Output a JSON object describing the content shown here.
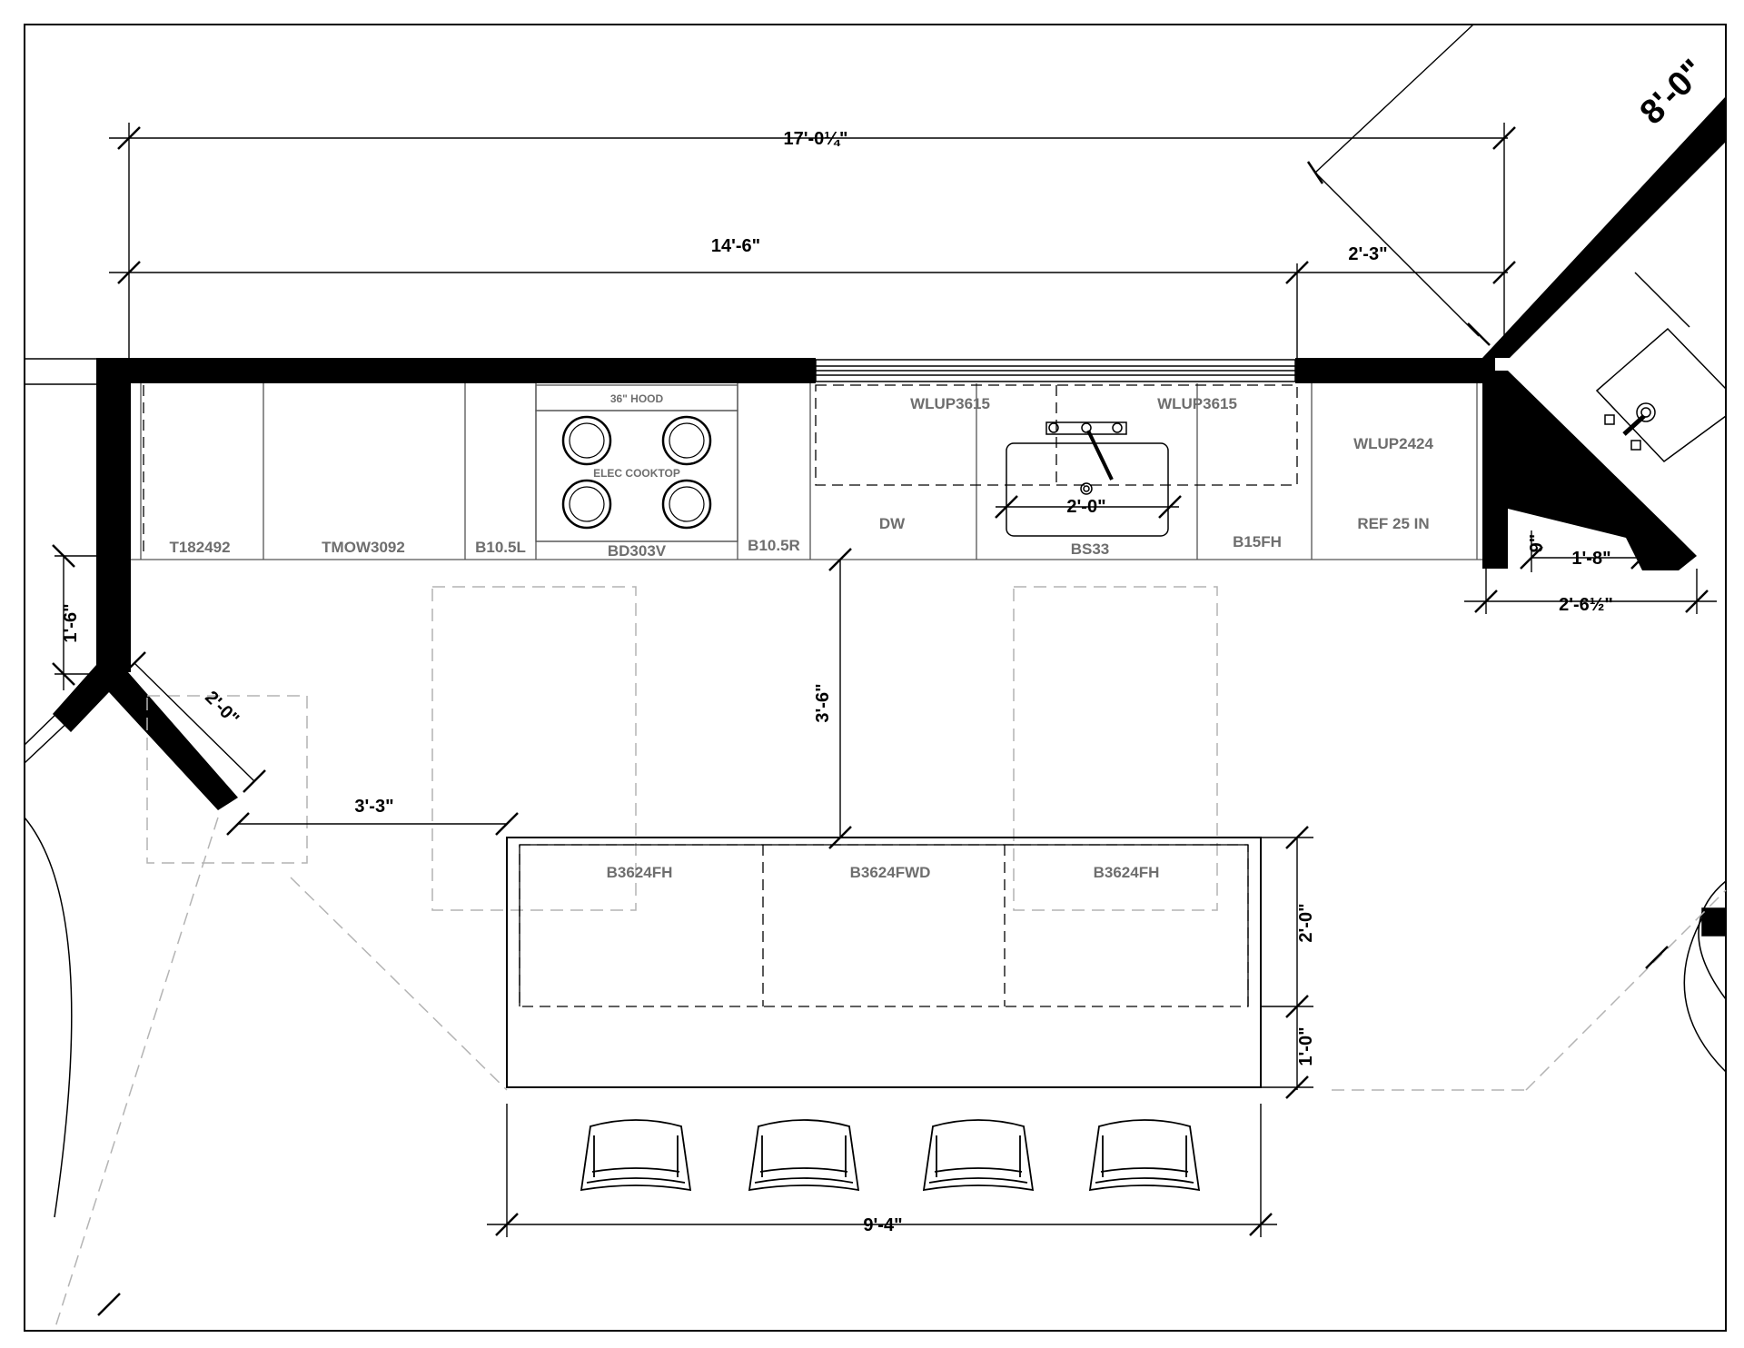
{
  "dimensions": {
    "overall_top": "17'-0¼\"",
    "wall_run": "14'-6\"",
    "corner_offset": "2'-3\"",
    "diagonal_wall": "8'-0\"",
    "left_return": "1'-6\"",
    "angled_left": "2'-0\"",
    "aisle_left": "3'-3\"",
    "aisle_center": "3'-6\"",
    "sink_width": "2'-0\"",
    "island_depth": "2'-0\"",
    "island_overhang": "1'-0\"",
    "island_length": "9'-4\"",
    "filler_depth": "9\"",
    "filler_width": "1'-8\"",
    "right_return": "2'-6½\""
  },
  "cabinets": {
    "tall_pantry": "T182492",
    "oven_tower": "TMOW3092",
    "base_left": "B10.5L",
    "hood": "36\" HOOD",
    "cooktop": "ELEC COOKTOP",
    "drawer_base": "BD303V",
    "base_right": "B10.5R",
    "wall_cab_1": "WLUP3615",
    "wall_cab_2": "WLUP3615",
    "dishwasher": "DW",
    "sink_base": "BS33",
    "base_15": "B15FH",
    "wall_cab_3": "WLUP2424",
    "refrigerator": "REF 25 IN"
  },
  "island": {
    "left": "B3624FH",
    "center": "B3624FWD",
    "right": "B3624FH"
  },
  "colors": {
    "wall": "#000000",
    "cabinet_line": "#555555",
    "label": "#6e6e6e",
    "dim_line": "#000000",
    "clearance": "#b4b4b4"
  }
}
